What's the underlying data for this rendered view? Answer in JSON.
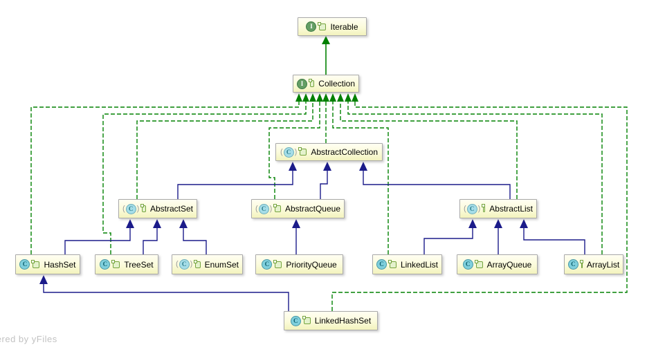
{
  "diagram": {
    "watermark": "Powered by yFiles",
    "icons": {
      "interface_letter": "I",
      "class_letter": "C",
      "modifier_icon": "package-modifier-icon"
    },
    "colors": {
      "node_fill_top": "#fffef2",
      "node_fill_bottom": "#f3f3bd",
      "node_border": "#a9a9a9",
      "interface_icon_green": "#649e64",
      "class_icon_teal": "#7fcfdc",
      "modifier_green": "#74a33c",
      "implements_edge_green": "#008000",
      "extends_edge_navy": "#1b1b8a",
      "watermark_gray": "#c2c2c2"
    },
    "nodes": {
      "iterable": {
        "label": "Iterable",
        "kind": "interface"
      },
      "collection": {
        "label": "Collection",
        "kind": "interface"
      },
      "abstract_collection": {
        "label": "AbstractCollection",
        "kind": "abstract-class"
      },
      "abstract_set": {
        "label": "AbstractSet",
        "kind": "abstract-class"
      },
      "abstract_queue": {
        "label": "AbstractQueue",
        "kind": "abstract-class"
      },
      "abstract_list": {
        "label": "AbstractList",
        "kind": "abstract-class"
      },
      "hash_set": {
        "label": "HashSet",
        "kind": "class"
      },
      "tree_set": {
        "label": "TreeSet",
        "kind": "class"
      },
      "enum_set": {
        "label": "EnumSet",
        "kind": "abstract-class"
      },
      "priority_queue": {
        "label": "PriorityQueue",
        "kind": "class"
      },
      "linked_list": {
        "label": "LinkedList",
        "kind": "class"
      },
      "array_queue": {
        "label": "ArrayQueue",
        "kind": "class"
      },
      "array_list": {
        "label": "ArrayList",
        "kind": "class"
      },
      "linked_hash_set": {
        "label": "LinkedHashSet",
        "kind": "class"
      }
    },
    "edges": [
      {
        "from": "Collection",
        "to": "Iterable",
        "type": "extends-interface"
      },
      {
        "from": "HashSet",
        "to": "Collection",
        "type": "implements"
      },
      {
        "from": "TreeSet",
        "to": "Collection",
        "type": "implements"
      },
      {
        "from": "AbstractSet",
        "to": "Collection",
        "type": "implements"
      },
      {
        "from": "AbstractQueue",
        "to": "Collection",
        "type": "implements"
      },
      {
        "from": "AbstractCollection",
        "to": "Collection",
        "type": "implements"
      },
      {
        "from": "LinkedList",
        "to": "Collection",
        "type": "implements"
      },
      {
        "from": "AbstractList",
        "to": "Collection",
        "type": "implements"
      },
      {
        "from": "ArrayList",
        "to": "Collection",
        "type": "implements"
      },
      {
        "from": "LinkedHashSet",
        "to": "Collection",
        "type": "implements"
      },
      {
        "from": "AbstractSet",
        "to": "AbstractCollection",
        "type": "extends"
      },
      {
        "from": "AbstractQueue",
        "to": "AbstractCollection",
        "type": "extends"
      },
      {
        "from": "AbstractList",
        "to": "AbstractCollection",
        "type": "extends"
      },
      {
        "from": "HashSet",
        "to": "AbstractSet",
        "type": "extends"
      },
      {
        "from": "TreeSet",
        "to": "AbstractSet",
        "type": "extends"
      },
      {
        "from": "EnumSet",
        "to": "AbstractSet",
        "type": "extends"
      },
      {
        "from": "PriorityQueue",
        "to": "AbstractQueue",
        "type": "extends"
      },
      {
        "from": "LinkedList",
        "to": "AbstractList",
        "type": "extends"
      },
      {
        "from": "ArrayQueue",
        "to": "AbstractList",
        "type": "extends"
      },
      {
        "from": "ArrayList",
        "to": "AbstractList",
        "type": "extends"
      },
      {
        "from": "LinkedHashSet",
        "to": "HashSet",
        "type": "extends"
      }
    ]
  }
}
